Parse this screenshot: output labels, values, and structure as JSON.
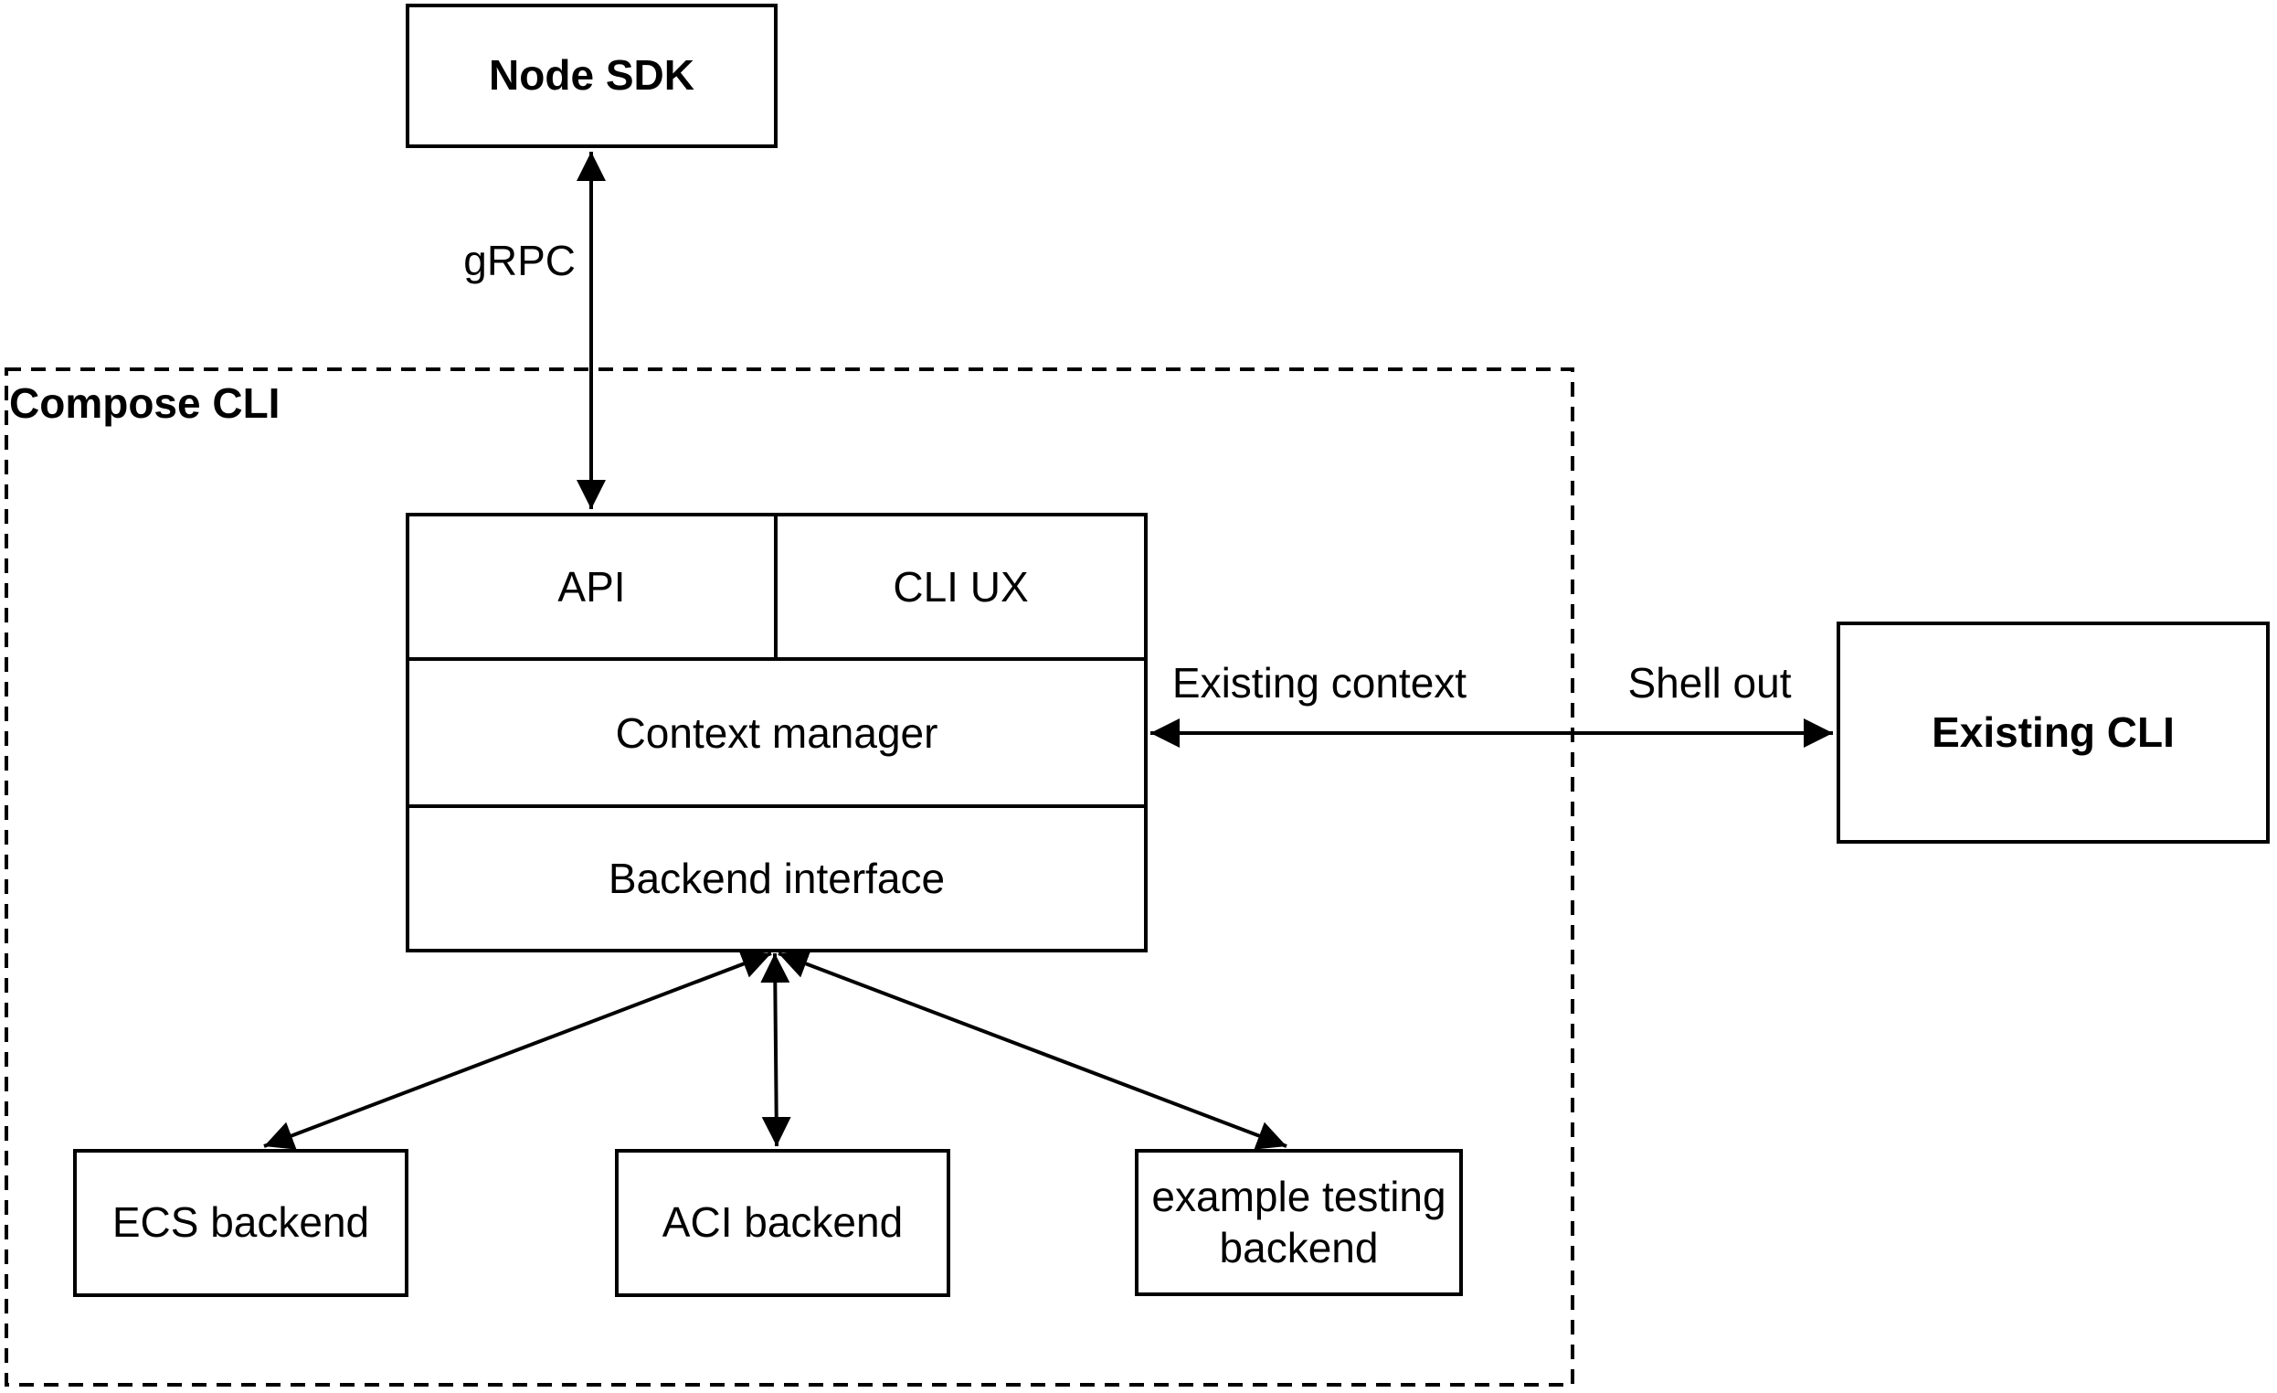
{
  "container": {
    "label": "Compose CLI"
  },
  "nodes": {
    "node_sdk": {
      "label": "Node SDK"
    },
    "api": {
      "label": "API"
    },
    "cli_ux": {
      "label": "CLI UX"
    },
    "context_manager": {
      "label": "Context manager"
    },
    "backend_interface": {
      "label": "Backend interface"
    },
    "existing_cli": {
      "label": "Existing CLI"
    },
    "ecs_backend": {
      "label": "ECS backend"
    },
    "aci_backend": {
      "label": "ACI backend"
    },
    "example_testing_backend": {
      "label": "example testing backend"
    }
  },
  "edge_labels": {
    "grpc": "gRPC",
    "existing_context": "Existing context",
    "shell_out": "Shell out"
  },
  "edges": [
    {
      "from": "node_sdk",
      "to": "api",
      "label": "gRPC",
      "direction": "bidirectional"
    },
    {
      "from": "context_manager",
      "to": "existing_cli",
      "labels": [
        "Existing context",
        "Shell out"
      ],
      "direction": "bidirectional"
    },
    {
      "from": "backend_interface",
      "to": "ecs_backend",
      "direction": "bidirectional"
    },
    {
      "from": "backend_interface",
      "to": "aci_backend",
      "direction": "bidirectional"
    },
    {
      "from": "backend_interface",
      "to": "example_testing_backend",
      "direction": "bidirectional"
    }
  ],
  "colors": {
    "stroke": "#000000",
    "background": "#ffffff",
    "text": "#000000"
  }
}
